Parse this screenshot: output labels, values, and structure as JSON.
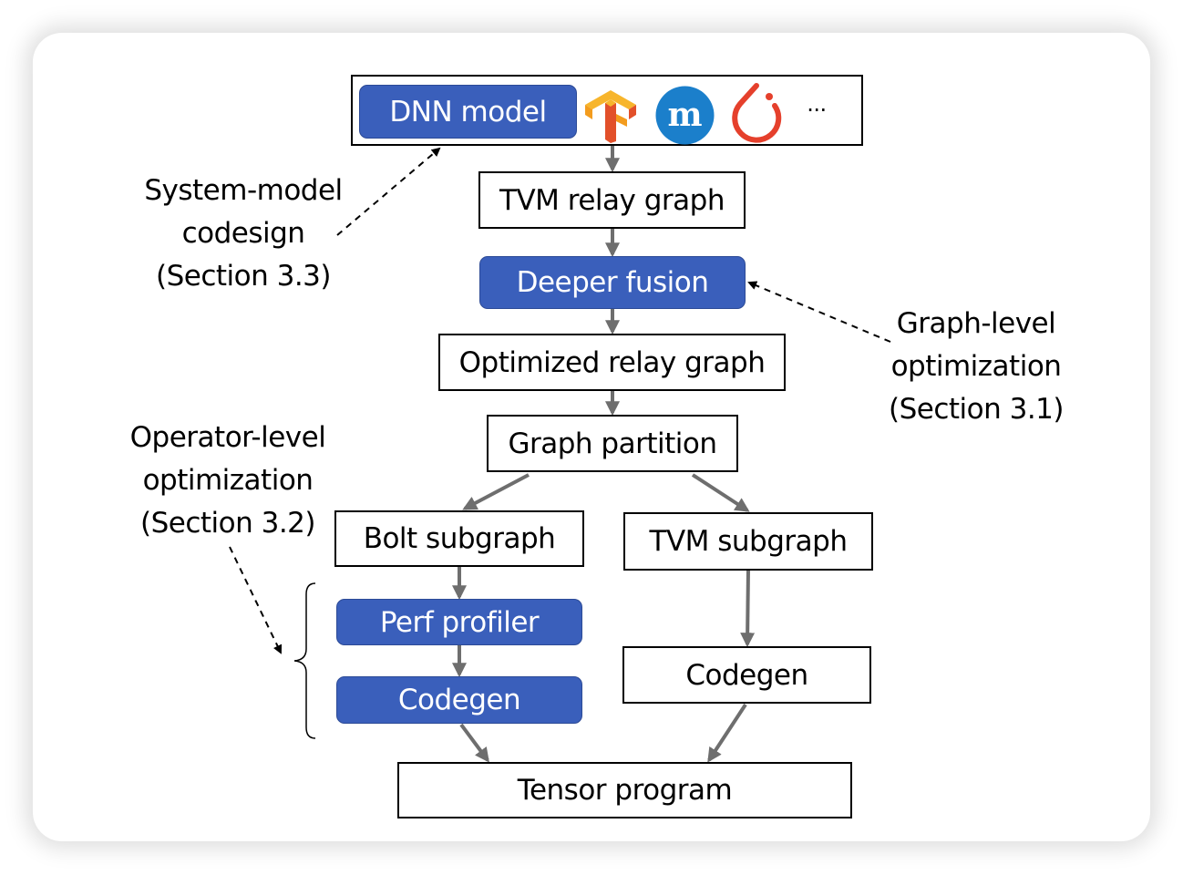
{
  "diagram": {
    "input_panel": {
      "dnn_model_label": "DNN model",
      "framework_icons": [
        "tensorflow-icon",
        "mxnet-icon",
        "pytorch-icon"
      ],
      "more_label": "···"
    },
    "nodes": {
      "tvm_relay_graph": "TVM relay graph",
      "deeper_fusion": "Deeper fusion",
      "optimized_relay_graph": "Optimized relay graph",
      "graph_partition": "Graph partition",
      "bolt_subgraph": "Bolt subgraph",
      "tvm_subgraph": "TVM subgraph",
      "perf_profiler": "Perf profiler",
      "bolt_codegen": "Codegen",
      "tvm_codegen": "Codegen",
      "tensor_program": "Tensor program"
    },
    "annotations": {
      "system_model": [
        "System-model",
        "codesign",
        "(Section 3.3)"
      ],
      "graph_level": [
        "Graph-level",
        "optimization",
        "(Section 3.1)"
      ],
      "operator_level": [
        "Operator-level",
        "optimization",
        "(Section 3.2)"
      ]
    },
    "edges": [
      {
        "from": "input_panel",
        "to": "tvm_relay_graph"
      },
      {
        "from": "tvm_relay_graph",
        "to": "deeper_fusion"
      },
      {
        "from": "deeper_fusion",
        "to": "optimized_relay_graph"
      },
      {
        "from": "optimized_relay_graph",
        "to": "graph_partition"
      },
      {
        "from": "graph_partition",
        "to": "bolt_subgraph"
      },
      {
        "from": "graph_partition",
        "to": "tvm_subgraph"
      },
      {
        "from": "bolt_subgraph",
        "to": "perf_profiler"
      },
      {
        "from": "perf_profiler",
        "to": "bolt_codegen"
      },
      {
        "from": "tvm_subgraph",
        "to": "tvm_codegen"
      },
      {
        "from": "bolt_codegen",
        "to": "tensor_program"
      },
      {
        "from": "tvm_codegen",
        "to": "tensor_program"
      }
    ],
    "colors": {
      "highlight_fill": "#3a5fbb",
      "arrow": "#6e6e6e",
      "tensorflow_orange": "#f39c1e",
      "tensorflow_red": "#e2502a",
      "mxnet_blue": "#1b7fcb",
      "pytorch_red": "#e5402c"
    }
  }
}
